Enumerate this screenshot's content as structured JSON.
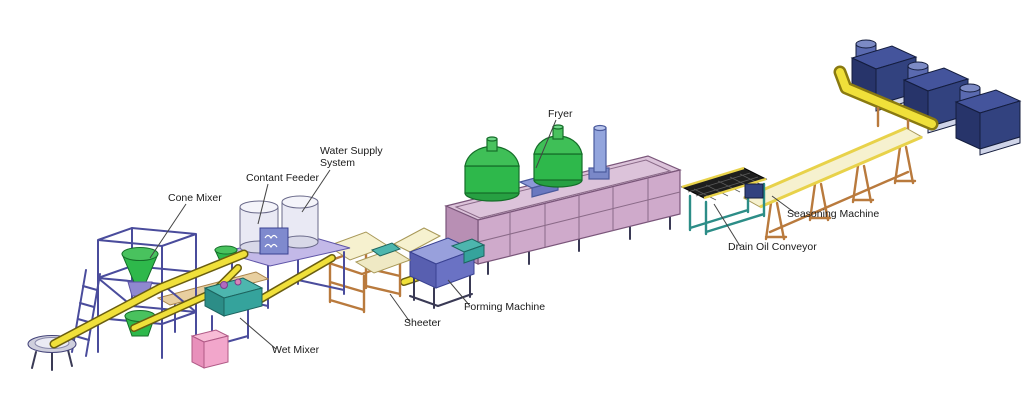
{
  "labels": {
    "cone_mixer": "Cone Mixer",
    "contant_feeder": "Contant Feeder",
    "water_supply_line1": "Water Supply",
    "water_supply_line2": "System",
    "wet_mixer": "Wet Mixer",
    "sheeter": "Sheeter",
    "forming_machine": "Forming Machine",
    "fryer": "Fryer",
    "drain_oil_conveyor": "Drain Oil Conveyor",
    "seasoning_machine": "Seasoning Machine"
  },
  "colors": {
    "pipe_yellow": "#f0e03a",
    "machine_green": "#2eb84b",
    "machine_green_light": "#49c25e",
    "fryer_mauve": "#cfaacb",
    "fryer_top": "#dcc3da",
    "fryer_end": "#b88fb4",
    "frame_blue": "#4a4c9c",
    "panel_purple": "#c3b9e8",
    "teal": "#35a39c",
    "cream": "#f6f1cf",
    "navy": "#32427f",
    "pink": "#f2a6cb",
    "brown": "#b97a3d",
    "tank_white": "#e9e9f4"
  }
}
